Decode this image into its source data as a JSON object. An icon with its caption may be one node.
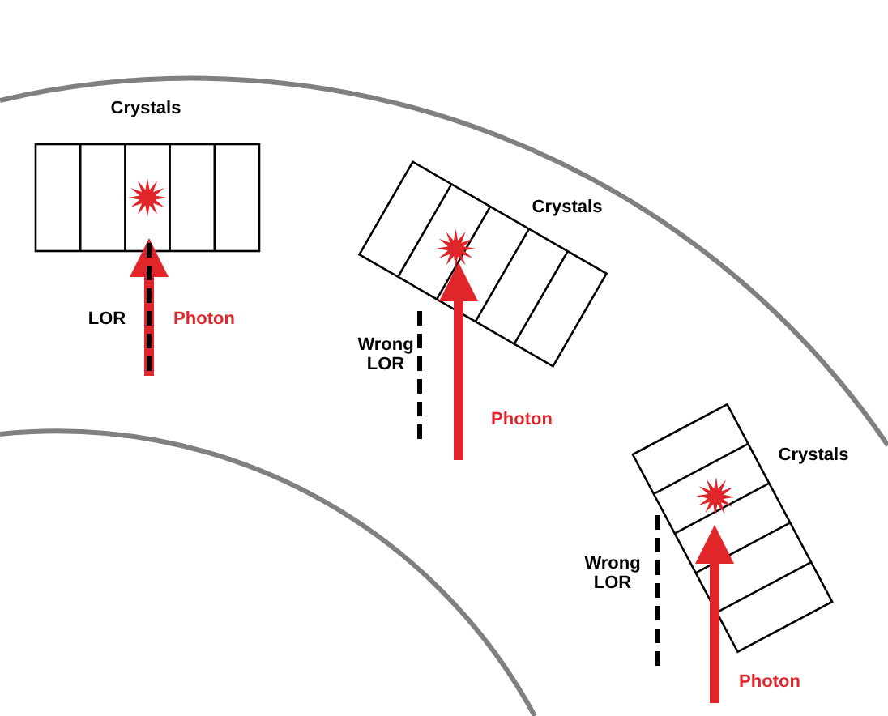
{
  "diagram": {
    "nodes": [
      {
        "text": [
          "Crystals"
        ]
      },
      {
        "text": [
          "Crystals"
        ]
      },
      {
        "text": [
          "Crystals"
        ]
      }
    ],
    "labels": [
      "LOR",
      "Photon",
      "Wrong LOR",
      "Photon",
      "Wrong LOR",
      "Photon"
    ]
  }
}
